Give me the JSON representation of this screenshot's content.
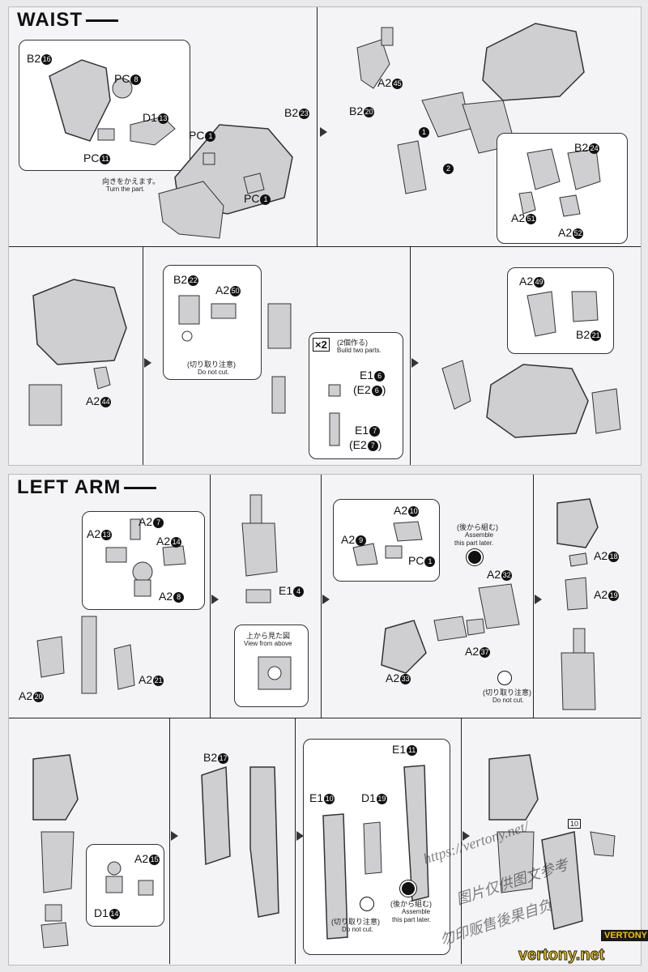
{
  "sections": {
    "waist": {
      "title": "WAIST"
    },
    "left_arm": {
      "title": "LEFT ARM"
    }
  },
  "labels": {
    "w1_b2": "B2",
    "w1_b2n": "16",
    "w1_pc8": "PC",
    "w1_pc8n": "8",
    "w1_d1": "D1",
    "w1_d1n": "13",
    "w1_pc11": "PC",
    "w1_pc11n": "11",
    "w1_turn_jp": "向きをかえます。",
    "w1_turn_en": "Turn the part.",
    "w1_pc1a": "PC",
    "w1_pc1an": "1",
    "w1_b223": "B2",
    "w1_b223n": "23",
    "w1_pc1b": "PC",
    "w1_pc1bn": "1",
    "w2_a245": "A2",
    "w2_a245n": "45",
    "w2_b220": "B2",
    "w2_b220n": "20",
    "w2_step1": "1",
    "w2_step2": "2",
    "w2_b224": "B2",
    "w2_b224n": "24",
    "w2_a251": "A2",
    "w2_a251n": "51",
    "w2_a252": "A2",
    "w2_a252n": "52",
    "w3_a244": "A2",
    "w3_a244n": "44",
    "w4_b222": "B2",
    "w4_b222n": "22",
    "w4_a250": "A2",
    "w4_a250n": "50",
    "w4_cut_jp": "(切り取り注意)",
    "w4_cut_en": "Do not cut.",
    "w4_x2": "×2",
    "w4_build_jp": "(2個作る)",
    "w4_build_en": "Build two parts.",
    "w4_e16": "E1",
    "w4_e16n": "6",
    "w4_e26": "(E2",
    "w4_e26n": "6",
    "w4_e26c": ")",
    "w4_e17": "E1",
    "w4_e17n": "7",
    "w4_e27": "(E2",
    "w4_e27n": "7",
    "w4_e27c": ")",
    "w5_a249": "A2",
    "w5_a249n": "49",
    "w5_b221": "B2",
    "w5_b221n": "21",
    "a1_a27": "A2",
    "a1_a27n": "7",
    "a1_a213": "A2",
    "a1_a213n": "13",
    "a1_a214": "A2",
    "a1_a214n": "14",
    "a1_a28": "A2",
    "a1_a28n": "8",
    "a1_a221": "A2",
    "a1_a221n": "21",
    "a1_a220": "A2",
    "a1_a220n": "20",
    "a2_e14": "E1",
    "a2_e14n": "4",
    "a2_view_jp": "上から見た図",
    "a2_view_en": "View from above",
    "a3_a210": "A2",
    "a3_a210n": "10",
    "a3_a29": "A2",
    "a3_a29n": "9",
    "a3_pc1": "PC",
    "a3_pc1n": "1",
    "a3_later_jp": "(後から組む)",
    "a3_later_en1": "Assemble",
    "a3_later_en2": "this part later.",
    "a3_a232": "A2",
    "a3_a232n": "32",
    "a3_a237": "A2",
    "a3_a237n": "37",
    "a3_a233": "A2",
    "a3_a233n": "33",
    "a3_cut_jp": "(切り取り注意)",
    "a3_cut_en": "Do not cut.",
    "a4_a218": "A2",
    "a4_a218n": "18",
    "a4_a219": "A2",
    "a4_a219n": "19",
    "a6_a215": "A2",
    "a6_a215n": "15",
    "a6_d114": "D1",
    "a6_d114n": "14",
    "a7_b217": "B2",
    "a7_b217n": "17",
    "a8_e111": "E1",
    "a8_e111n": "11",
    "a8_e110": "E1",
    "a8_e110n": "10",
    "a8_d119": "D1",
    "a8_d119n": "19",
    "a8_cut_jp": "(切り取り注意)",
    "a8_cut_en": "Do not cut.",
    "a8_later_jp": "(後から組む)",
    "a8_later_en1": "Assemble",
    "a8_later_en2": "this part later.",
    "a9_step": "10"
  },
  "watermark": {
    "url": "https://vertony.net/",
    "line1": "图片仅供图文参考",
    "line2": "勿印贩售後果自负",
    "site": "vertony.net",
    "logo": "VERTONY"
  },
  "colors": {
    "part_fill": "#cfcfd2",
    "part_stroke": "#333333",
    "bg": "#f4f4f6"
  }
}
